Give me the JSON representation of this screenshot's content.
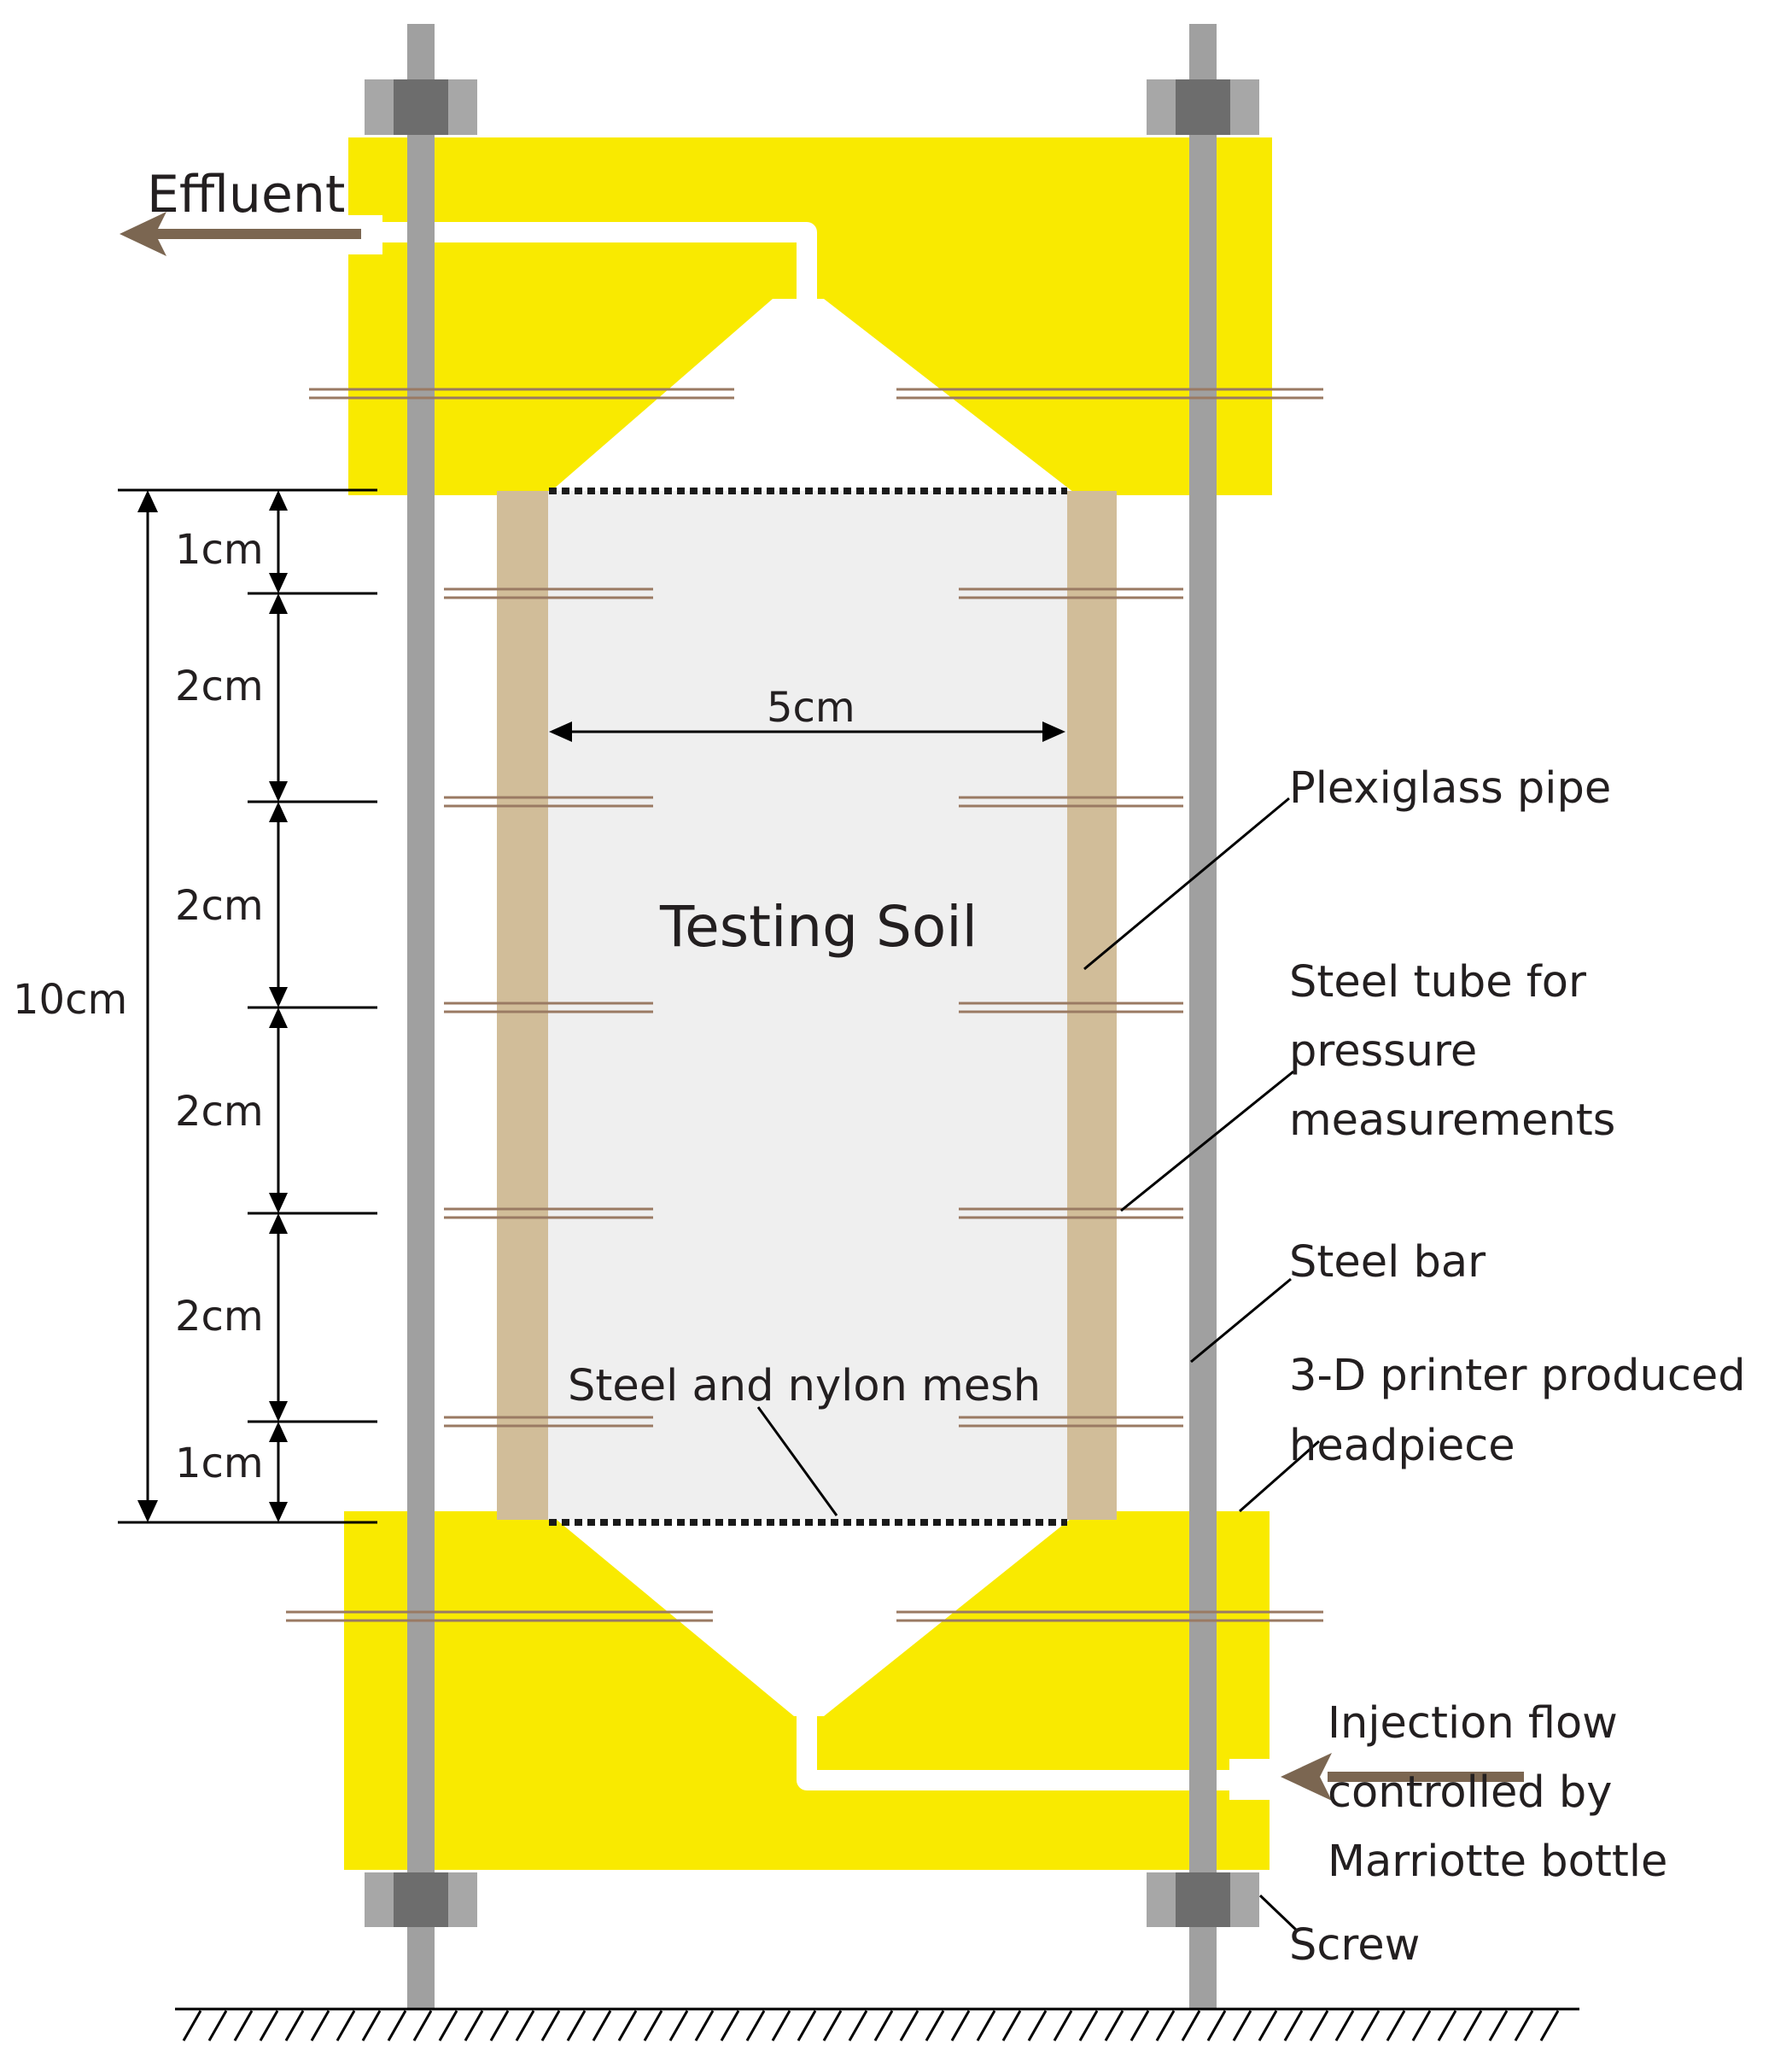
{
  "labels": {
    "effluent": "Effluent",
    "testing_soil": "Testing Soil",
    "width": "5cm",
    "plexiglass_pipe": "Plexiglass pipe",
    "steel_tube_line1": "Steel tube for",
    "steel_tube_line2": "pressure",
    "steel_tube_line3": "measurements",
    "steel_bar": "Steel bar",
    "headpiece_line1": "3-D printer produced",
    "headpiece_line2": "headpiece",
    "mesh": "Steel and nylon mesh",
    "injection_line1": "Injection flow",
    "injection_line2": "controlled by",
    "injection_line3": "Marriotte bottle",
    "screw": "Screw"
  },
  "dimensions": {
    "total": "10cm",
    "segments": [
      "1cm",
      "2cm",
      "2cm",
      "2cm",
      "2cm",
      "1cm"
    ]
  },
  "colors": {
    "headpiece": "#f9ea00",
    "plexiglass": "#d1bd99",
    "soil": "#efefef",
    "steel_bar": "#a0a0a0",
    "nut_outer": "#a7a7a7",
    "nut_inner": "#6d6d6d",
    "tube": "#9a7a63",
    "arrow": "#7b6651"
  }
}
